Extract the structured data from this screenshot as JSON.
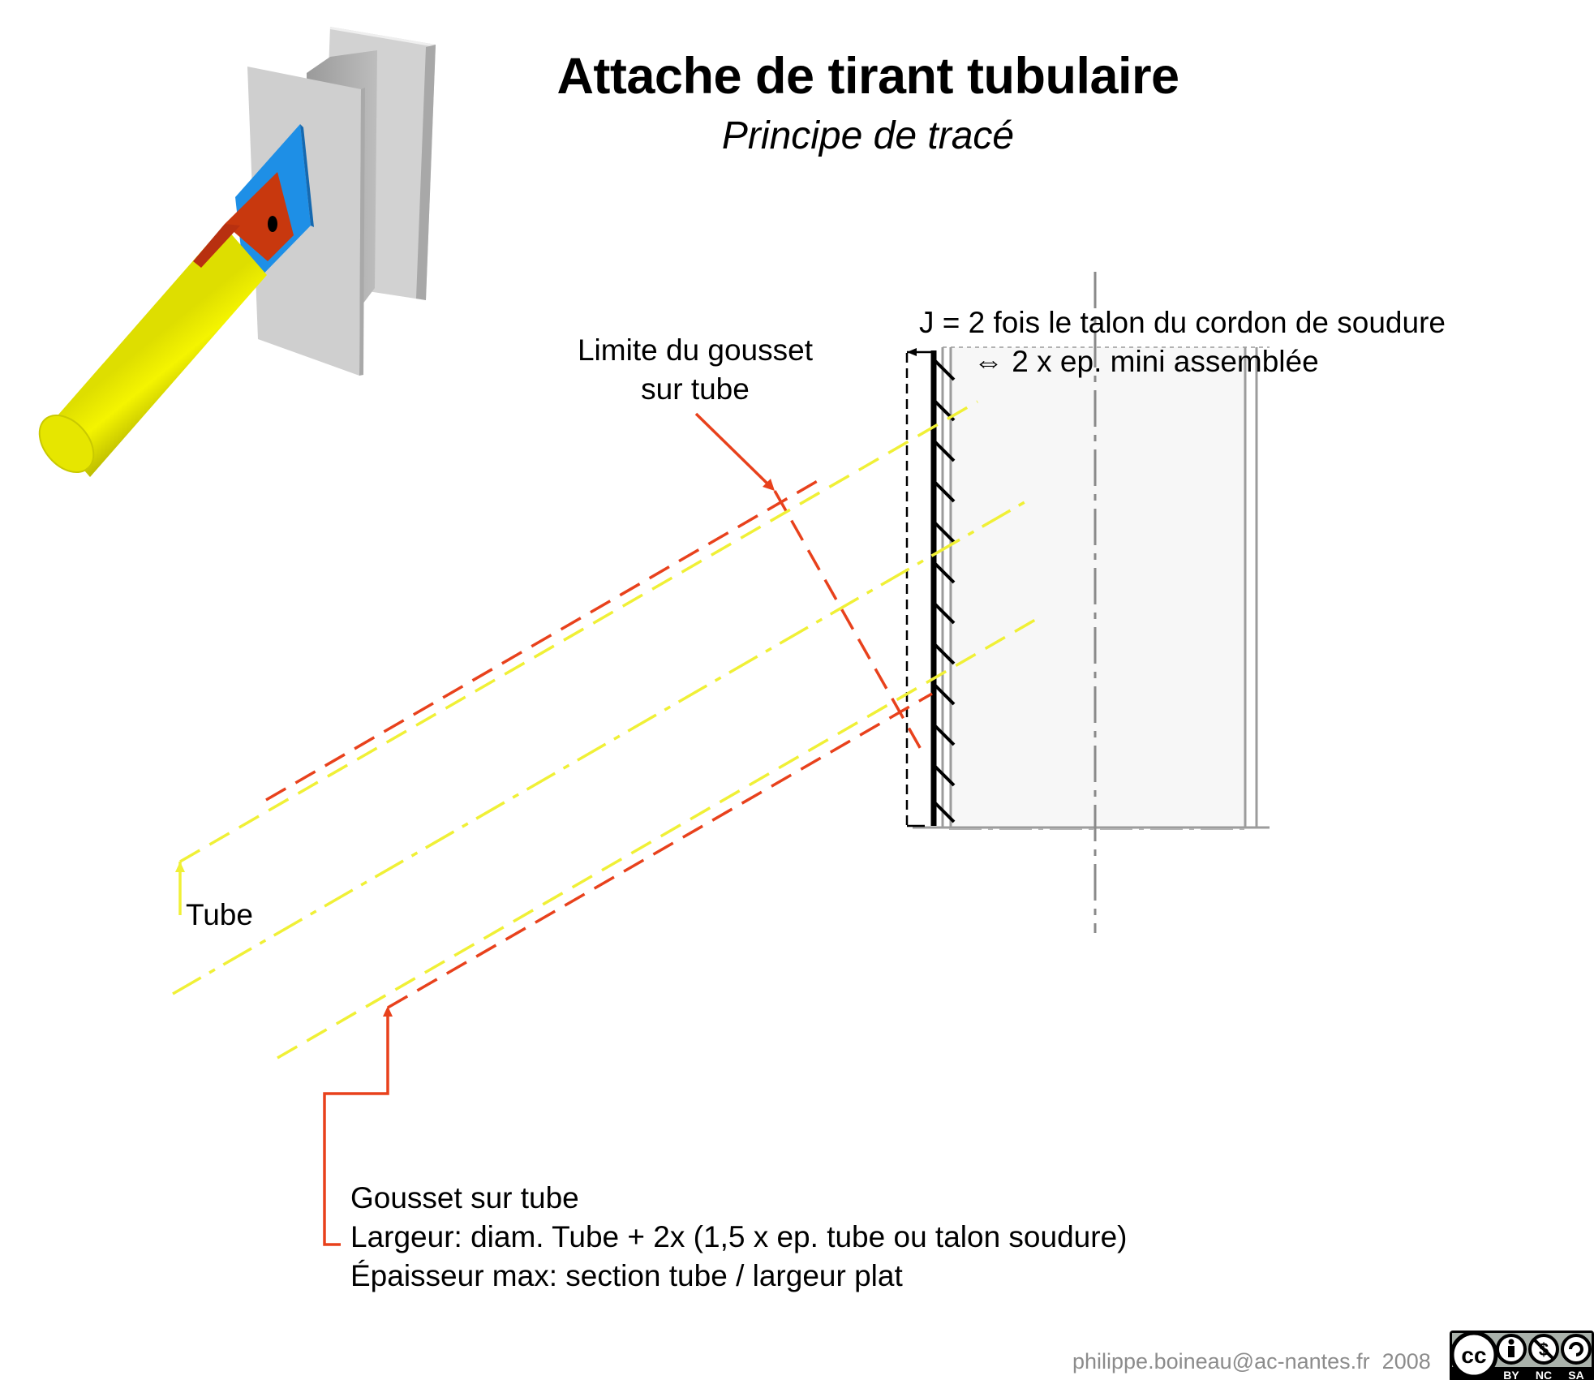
{
  "title": "Attache de tirant tubulaire",
  "subtitle": "Principe de tracé",
  "labels": {
    "limite_gousset": [
      "Limite du gousset",
      "sur tube"
    ],
    "j_note": [
      "J = 2 fois le talon du cordon de soudure",
      "⇔ 2 x ep. mini assemblée"
    ],
    "tube": "Tube",
    "gousset": [
      "Gousset sur tube",
      "Largeur: diam. Tube + 2x (1,5 x ep. tube ou talon soudure)",
      "Épaisseur max:  section tube / largeur plat"
    ]
  },
  "credit": {
    "author": "philippe.boineau@ac-nantes.fr",
    "year": "2008"
  },
  "license": {
    "badges": [
      "BY",
      "NC",
      "SA"
    ],
    "logo_text": "cc"
  },
  "colors": {
    "tube": "#e6e600",
    "tube_line": "#f2f233",
    "gusset": "#e8411c",
    "plate": "#1e8fe6",
    "beam": "#c8c8c8",
    "weld": "#000000"
  }
}
